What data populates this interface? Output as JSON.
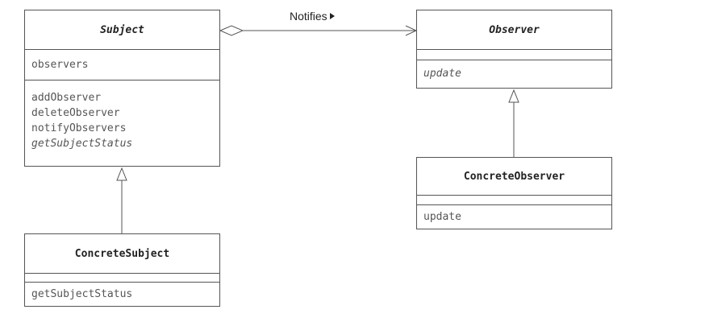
{
  "association": {
    "label": "Notifies"
  },
  "subject": {
    "name": "Subject",
    "fields": [
      "observers"
    ],
    "methods": [
      {
        "label": "addObserver",
        "abstract": false
      },
      {
        "label": "deleteObserver",
        "abstract": false
      },
      {
        "label": "notifyObservers",
        "abstract": false
      },
      {
        "label": "getSubjectStatus",
        "abstract": true
      }
    ]
  },
  "concrete_subject": {
    "name": "ConcreteSubject",
    "methods": [
      "getSubjectStatus"
    ]
  },
  "observer": {
    "name": "Observer",
    "methods": [
      "update"
    ]
  },
  "concrete_observer": {
    "name": "ConcreteObserver",
    "methods": [
      "update"
    ]
  }
}
